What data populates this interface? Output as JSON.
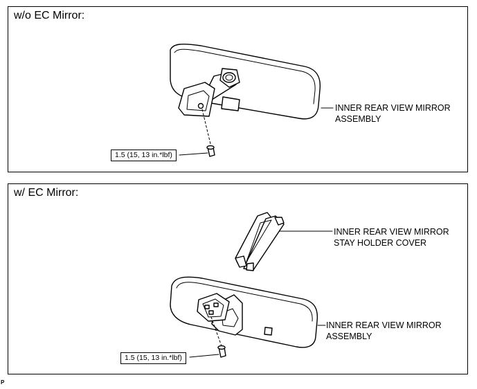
{
  "panel1": {
    "title": "w/o EC Mirror:",
    "label_line1": "INNER REAR VIEW MIRROR",
    "label_line2": "ASSEMBLY",
    "torque": "1.5 (15, 13 in.*lbf)"
  },
  "panel2": {
    "title": "w/ EC Mirror:",
    "cover_line1": "INNER REAR VIEW MIRROR",
    "cover_line2": "STAY HOLDER COVER",
    "label_line1": "INNER REAR VIEW MIRROR",
    "label_line2": "ASSEMBLY",
    "torque": "1.5 (15, 13 in.*lbf)"
  },
  "footer_code": "P"
}
